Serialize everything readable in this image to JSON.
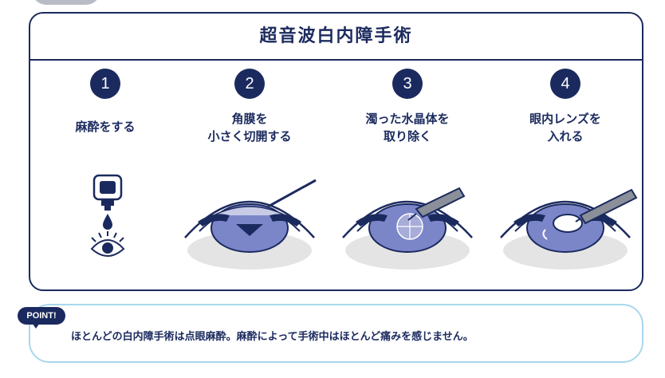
{
  "title": "超音波白内障手術",
  "steps": [
    {
      "number": "1",
      "label": "麻酔をする"
    },
    {
      "number": "2",
      "label": "角膜を\n小さく切開する"
    },
    {
      "number": "3",
      "label": "濁った水晶体を\n取り除く"
    },
    {
      "number": "4",
      "label": "眼内レンズを\n入れる"
    }
  ],
  "point": {
    "badge": "POINT!",
    "text": "ほとんどの白内障手術は点眼麻酔。麻酔によって手術中はほとんど痛みを感じません。"
  },
  "colors": {
    "navy": "#1b2a5e",
    "iris": "#7b86c9",
    "lens": "#a7acd8",
    "sclera_shadow": "#e4e4e4",
    "point_border": "#a9d8ec"
  },
  "icons": [
    "eye-drop-bottle-icon",
    "drop-icon",
    "eye-icon",
    "scalpel-icon",
    "probe-icon",
    "lens-injector-icon"
  ]
}
